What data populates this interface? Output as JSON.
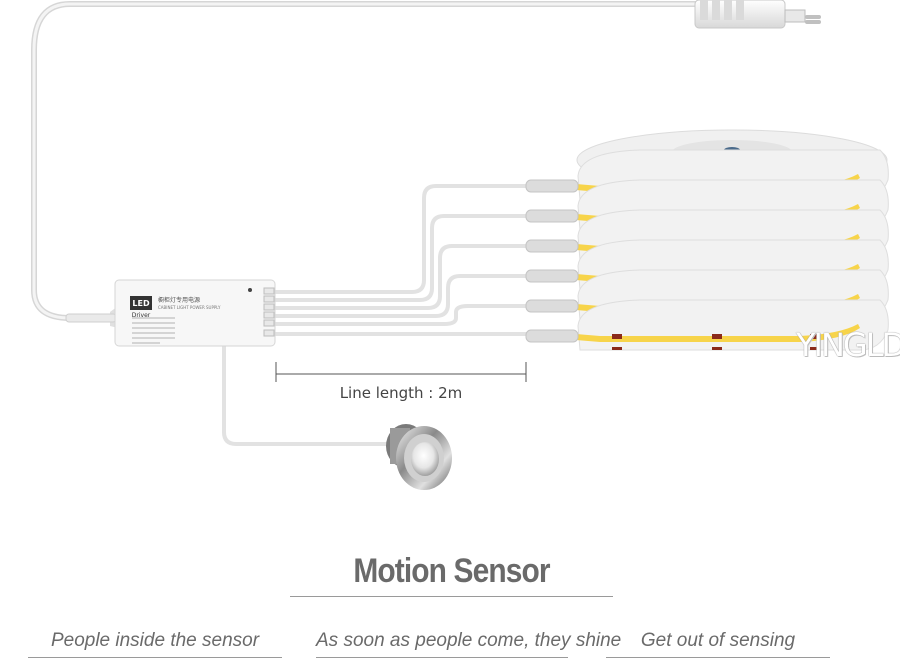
{
  "driver": {
    "badge_line1": "LED",
    "badge_line2": "Driver",
    "label_cn": "橱柜灯专用电源",
    "label_en": "CABINET LIGHT POWER SUPPLY"
  },
  "watermark": "YINGLD",
  "dimension": {
    "label": "Line length : 2m"
  },
  "title": "Motion Sensor",
  "captions": [
    "People inside the sensor",
    "As soon as people come, they shine",
    "Get out of sensing"
  ],
  "colors": {
    "led_yellow": "#f7d44a",
    "chip_red": "#8b2a1a",
    "cable": "#e9e9e9",
    "title_gray": "#6a6a6a"
  }
}
